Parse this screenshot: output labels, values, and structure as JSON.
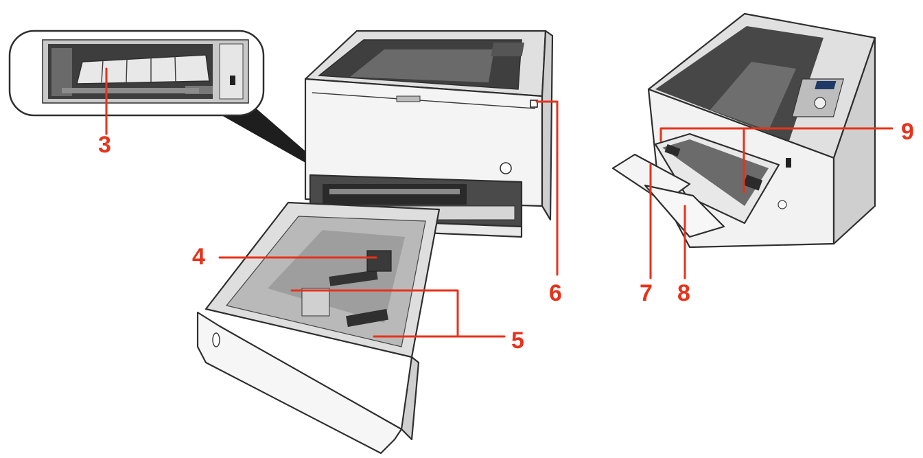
{
  "colors": {
    "callout": "#e8321a",
    "outline": "#2e2e2e",
    "body_light": "#f2f2f2",
    "body_mid": "#d4d4d4",
    "body_dark": "#9a9a9a",
    "interior": "#4a4a4a"
  },
  "callouts": {
    "c3": "3",
    "c4": "4",
    "c5": "5",
    "c6": "6",
    "c7": "7",
    "c8": "8",
    "c9": "9"
  }
}
